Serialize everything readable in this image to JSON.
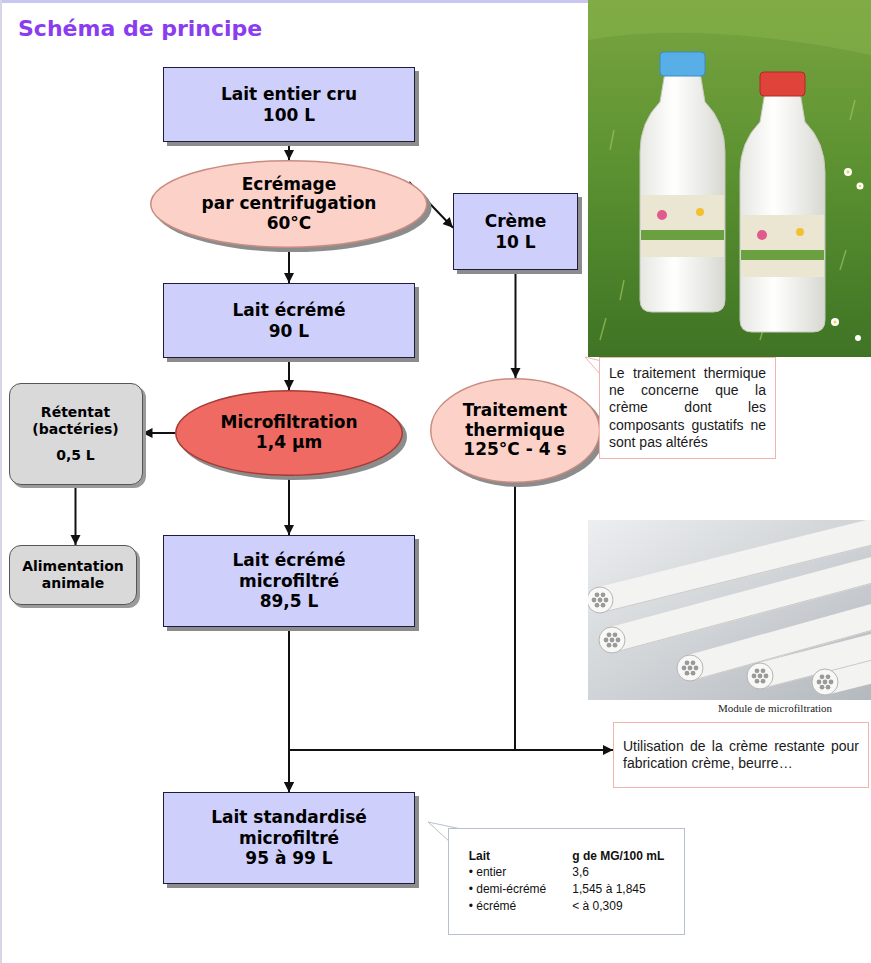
{
  "diagram": {
    "title": "Schéma de principe",
    "nodes": [
      {
        "text": [
          "Lait entier cru",
          "100 L"
        ]
      },
      {
        "text": [
          "Ecrémage",
          "par centrifugation",
          "60°C"
        ]
      },
      {
        "text": [
          "Crème",
          "10 L"
        ]
      },
      {
        "text": [
          "Lait écrémé",
          "90 L"
        ]
      },
      {
        "text": [
          "Traitement thermique",
          "125°C - 4 s"
        ]
      },
      {
        "text": [
          "Rétentat (bactéries)",
          "0,5 L"
        ]
      },
      {
        "text": [
          "Microfiltration",
          "1,4 µm"
        ]
      },
      {
        "text": [
          "Alimentation animale"
        ]
      },
      {
        "text": [
          "Lait écrémé microfiltré",
          "89,5 L"
        ]
      },
      {
        "text": [
          "Lait standardisé microfiltré",
          "95 à 99 L"
        ]
      },
      {
        "text": [
          "Le traitement thermique ne concerne que la crème dont les composants gustatifs ne sont pas altérés"
        ]
      },
      {
        "text": [
          "Utilisation de la crème restante pour fabrication crème, beurre…"
        ]
      },
      {
        "text": [
          "Lait",
          "g de MG/100 mL",
          "• entier",
          "3,6",
          "• demi-écrémé",
          "1,545 à 1,845",
          "• écrémé",
          "< à 0,309"
        ]
      }
    ],
    "edges": [
      {
        "from": 0,
        "to": 1,
        "arrow": "to"
      },
      {
        "from": 1,
        "to": 3,
        "arrow": "to"
      },
      {
        "from": 1,
        "to": 2,
        "arrow": "to"
      },
      {
        "from": 2,
        "to": 4,
        "arrow": "to"
      },
      {
        "from": 3,
        "to": 6,
        "arrow": "to"
      },
      {
        "from": 6,
        "to": 5,
        "arrow": "to"
      },
      {
        "from": 5,
        "to": 7,
        "arrow": "to"
      },
      {
        "from": 6,
        "to": 8,
        "arrow": "to"
      },
      {
        "from": 8,
        "to": 9,
        "arrow": "to"
      },
      {
        "from": 4,
        "to": 9,
        "arrow": "to"
      },
      {
        "from": 4,
        "to": 11,
        "arrow": "to"
      }
    ],
    "labels": [
      "Module de microfiltration"
    ]
  }
}
